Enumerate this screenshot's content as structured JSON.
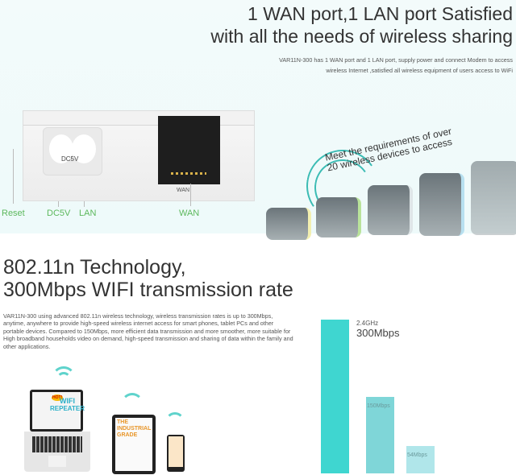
{
  "section1": {
    "title_line1": "1 WAN port,1 LAN port Satisfied",
    "title_line2": "with all the needs of  wireless sharing",
    "desc_line1": "VAR11N-300 has 1 WAN port and 1 LAN port, supply power and connect Modem to access",
    "desc_line2": "wireless Internet ,satisfied all wireless equipment of users access to WiFi",
    "device": {
      "dc_label": "DC5V",
      "wan_port_label": "WAN"
    },
    "port_labels": [
      "Reset",
      "DC5V",
      "LAN",
      "WAN"
    ],
    "callout_line1": "Meet the requirements of over",
    "callout_line2": "20 wireless devices to access",
    "tile_accents": [
      "#f3efb0",
      "#b9e39a",
      "#dfe6e8",
      "#b7e0f0",
      "#e6ecee"
    ]
  },
  "section2": {
    "title_line1": "802.11n Technology,",
    "title_line2": "300Mbps WIFI transmission rate",
    "paragraph": "VAR11N-300 using advanced 802.11n wireless technology, wireless transmission rates is up to 300Mbps, anytime, anywhere to provide high-speed wireless internet access for smart phones, tablet PCs and other portable devices. Compared to 150Mbps, more efficient data transmission and more smoother, more suitable for High broadband households video on demand, high-speed transmission and sharing of data within the family and other applications.",
    "laptop_screen": {
      "badge": "HOT!",
      "line1": "WIFI",
      "line2": "REPEATER"
    },
    "tablet_screen": {
      "line1": "THE",
      "line2": "INDUSTRIAL",
      "line3": "GRADE"
    }
  },
  "chart_data": {
    "type": "bar",
    "band": "2.4GHz",
    "categories": [
      "300Mbps",
      "150Mbps",
      "54Mbps"
    ],
    "values": [
      300,
      150,
      54
    ],
    "colors": [
      "#3fd6d0",
      "#7fd6d8",
      "#b0e6ea"
    ]
  },
  "accent": "#5fd3cc"
}
